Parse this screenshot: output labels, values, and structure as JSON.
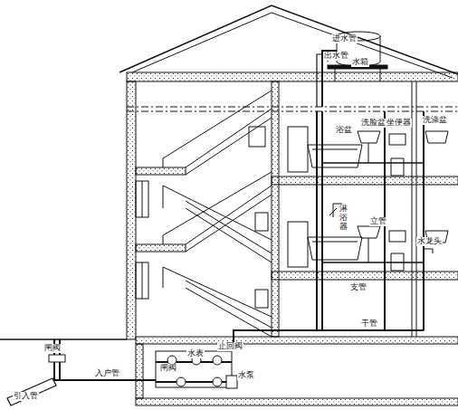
{
  "diagram": {
    "labels": [
      "进水管",
      "出水管",
      "水箱",
      "浴盆",
      "洗脸盆",
      "坐便器",
      "洗涤盆",
      "淋浴器",
      "立管",
      "水龙头",
      "支管",
      "干管",
      "闸阀",
      "引入管",
      "入户管",
      "闸阀",
      "水表",
      "止回阀",
      "水泵"
    ]
  }
}
